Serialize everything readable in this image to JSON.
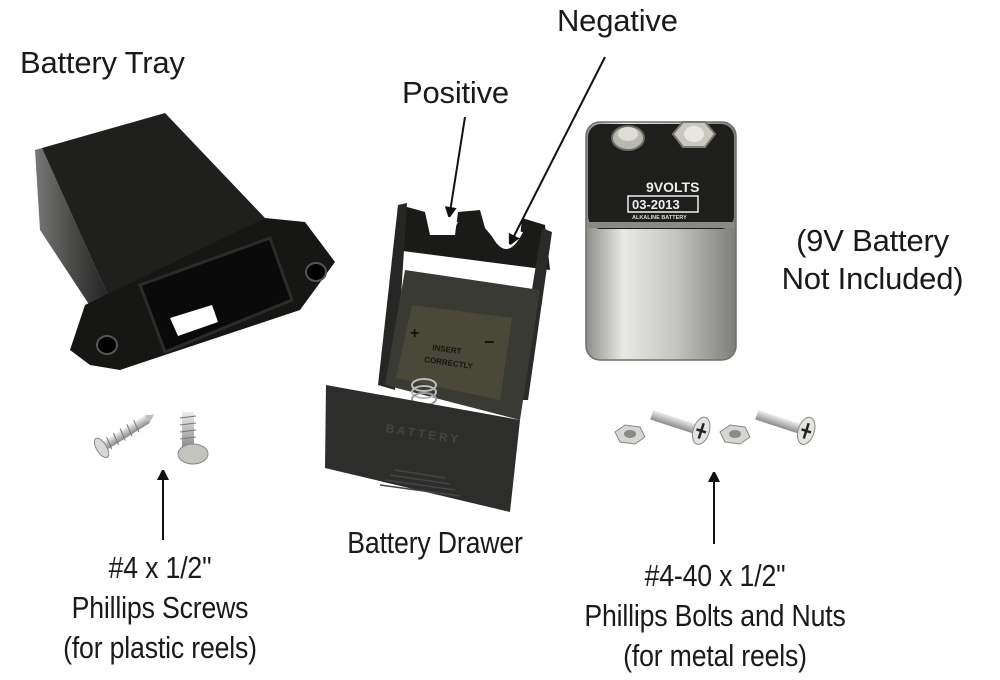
{
  "diagram": {
    "labels": {
      "battery_tray": "Battery Tray",
      "positive": "Positive",
      "negative": "Negative",
      "battery_note_line1": "(9V Battery",
      "battery_note_line2": "Not Included)",
      "battery_drawer": "Battery Drawer",
      "screws_line1": "#4 x 1/2\"",
      "screws_line2": "Phillips Screws",
      "screws_line3": "(for plastic reels)",
      "bolts_line1": "#4-40 x 1/2\"",
      "bolts_line2": "Phillips Bolts and Nuts",
      "bolts_line3": "(for metal reels)"
    },
    "battery_markings": {
      "voltage": "9VOLTS",
      "date_code": "03-2013",
      "type": "ALKALINE BATTERY"
    },
    "drawer_markings": {
      "polarity_plus": "+",
      "polarity_minus": "−",
      "instruction": "INSERT CORRECTLY",
      "brand": "BATTERY"
    },
    "colors": {
      "text": "#1a1a1a",
      "plastic": "#1c1c1a",
      "metal": "#c9c9c6",
      "background": "#ffffff"
    }
  }
}
